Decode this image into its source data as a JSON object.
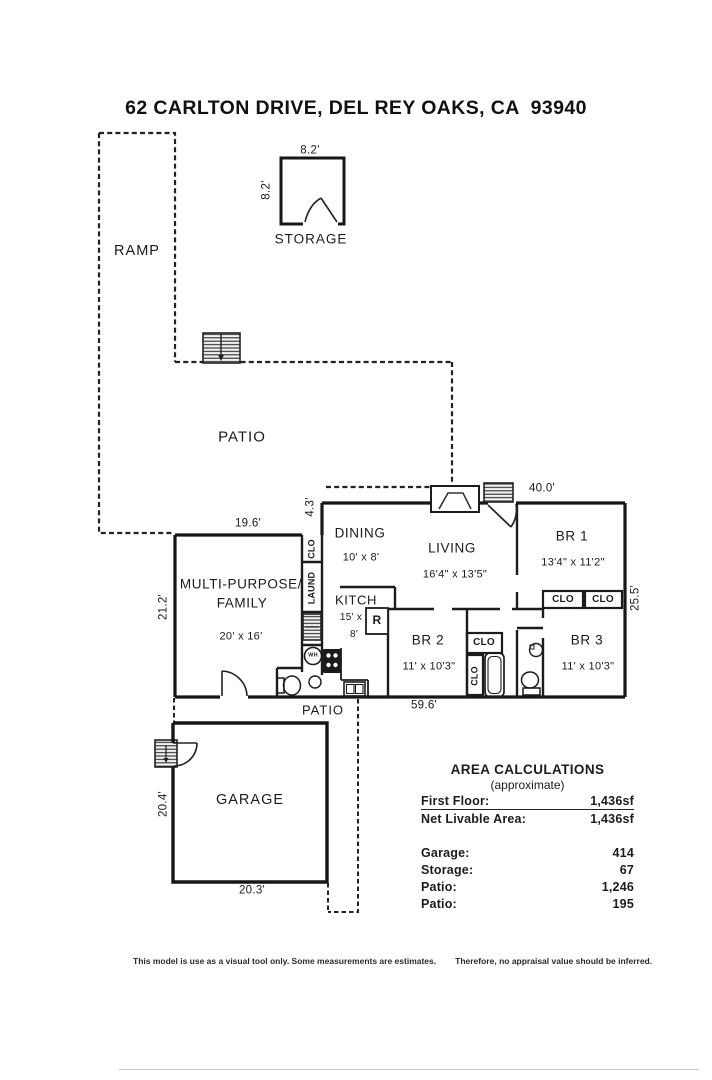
{
  "page": {
    "title": "62 CARLTON DRIVE, DEL REY OAKS, CA  93940",
    "disclaimer_left": "This model is use as a visual tool only. Some measurements are estimates.",
    "disclaimer_right": "Therefore, no appraisal value should be inferred."
  },
  "outdoor": {
    "ramp": "RAMP",
    "patio_upper": "PATIO",
    "patio_lower": "PATIO",
    "storage": {
      "name": "STORAGE",
      "width": "8.2'",
      "height": "8.2'"
    }
  },
  "rooms": {
    "dining": {
      "name": "DINING",
      "dims": "10' x 8'"
    },
    "living": {
      "name": "LIVING",
      "dims": "16'4\" x 13'5\""
    },
    "br1": {
      "name": "BR 1",
      "dims": "13'4\" x 11'2\""
    },
    "family": {
      "name_line1": "MULTI-PURPOSE/",
      "name_line2": "FAMILY",
      "dims": "20' x 16'"
    },
    "kitchen": {
      "name": "KITCH",
      "dims_line1": "15' x",
      "dims_line2": "8'"
    },
    "br2": {
      "name": "BR 2",
      "dims": "11' x 10'3\""
    },
    "br3": {
      "name": "BR 3",
      "dims": "11' x 10'3\""
    },
    "garage": {
      "name": "GARAGE"
    }
  },
  "closets": {
    "clo": "CLO",
    "laund": "LAUND"
  },
  "fixtures": {
    "water_heater": "WH",
    "refrigerator": "R"
  },
  "dimensions": {
    "house_top": "40.0'",
    "house_right": "25.5'",
    "house_bottom": "59.6'",
    "family_top": "19.6'",
    "family_left": "21.2'",
    "entry_jog": "4.3'",
    "garage_left": "20.4'",
    "garage_bottom": "20.3'"
  },
  "area_table": {
    "title": "AREA CALCULATIONS",
    "subtitle": "(approximate)",
    "primary_rows": [
      {
        "label": "First  Floor:",
        "value": "1,436sf"
      },
      {
        "label": "Net Livable Area:",
        "value": "1,436sf"
      }
    ],
    "secondary_rows": [
      {
        "label": "Garage:",
        "value": "414"
      },
      {
        "label": "Storage:",
        "value": "67"
      },
      {
        "label": "Patio:",
        "value": "1,246"
      },
      {
        "label": "Patio:",
        "value": "195"
      }
    ]
  }
}
